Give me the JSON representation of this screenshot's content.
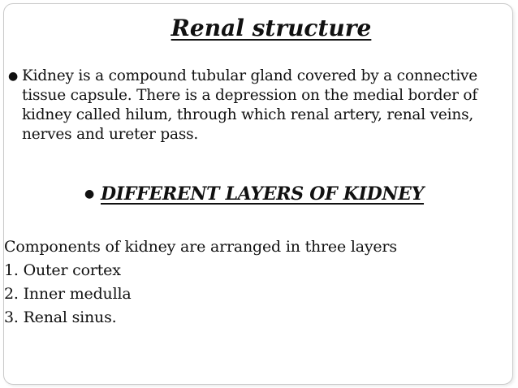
{
  "slide": {
    "title": "Renal structure",
    "bullet_symbol": "●",
    "intro_paragraph": "Kidney is a compound tubular gland covered by a connective tissue capsule. There is a depression on the medial border of kidney called hilum, through which renal artery, renal veins, nerves and ureter pass.",
    "subheading": "DIFFERENT LAYERS OF KIDNEY",
    "components_intro": "Components of kidney are arranged in three layers",
    "layers": [
      "1. Outer cortex",
      "2. Inner medulla",
      "3. Renal sinus."
    ]
  }
}
